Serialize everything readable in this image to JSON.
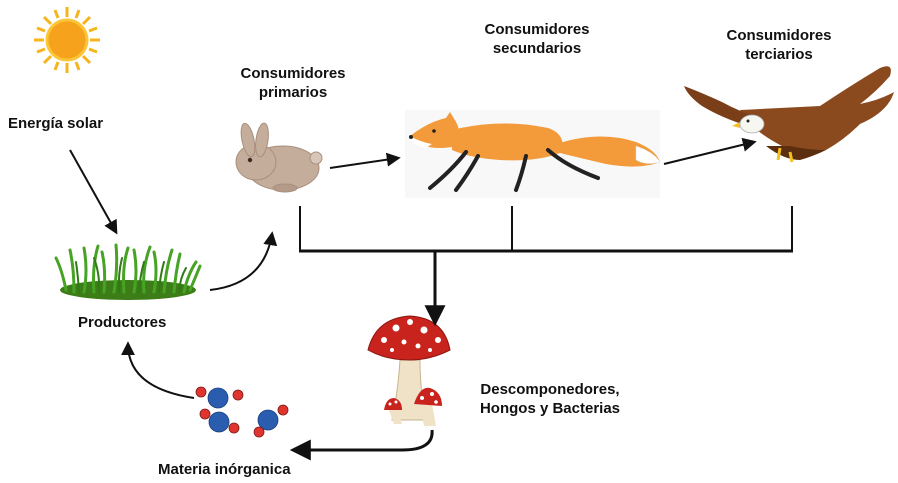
{
  "diagram": {
    "nodes": {
      "sun": {
        "label": "Energía solar"
      },
      "producers": {
        "label": "Productores"
      },
      "primary": {
        "label_line1": "Consumidores",
        "label_line2": "primarios"
      },
      "secondary": {
        "label_line1": "Consumidores",
        "label_line2": "secundarios"
      },
      "tertiary": {
        "label_line1": "Consumidores",
        "label_line2": "terciarios"
      },
      "decomposers": {
        "label_line1": "Descomponedores,",
        "label_line2": "Hongos y Bacterias"
      },
      "inorganic": {
        "label": "Materia inórganica"
      }
    },
    "colors": {
      "sun": "#f7a51c",
      "grass": "#3d9a1f",
      "rabbit": "#c4ac9a",
      "fox": "#f39a3a",
      "eagle": "#8b4a1e",
      "mushroom_cap": "#c8231d",
      "molecule_blue": "#2a5cb0",
      "molecule_red": "#e0352f"
    }
  }
}
